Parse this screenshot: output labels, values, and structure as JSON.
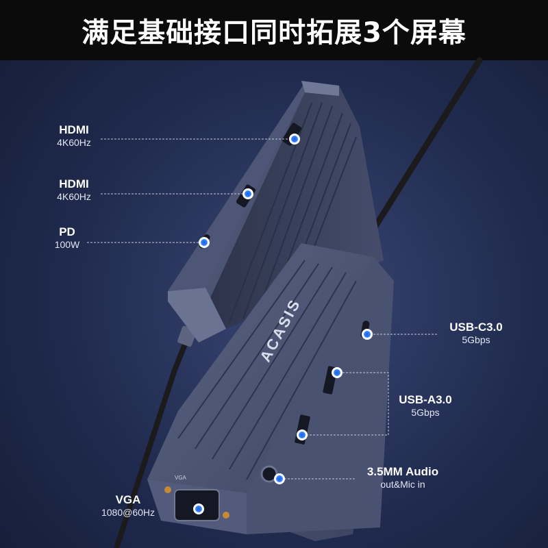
{
  "title": "满足基础接口同时拓展3个屏幕",
  "brand": "ACASIS",
  "ports": [
    {
      "name": "HDMI",
      "spec": "4K60Hz"
    },
    {
      "name": "HDMI",
      "spec": "4K60Hz"
    },
    {
      "name": "PD",
      "spec": "100W"
    },
    {
      "name": "USB-C3.0",
      "spec": "5Gbps"
    },
    {
      "name": "USB-A3.0",
      "spec": "5Gbps"
    },
    {
      "name": "3.5MM Audio",
      "spec": "out&Mic in"
    },
    {
      "name": "VGA",
      "spec": "1080@60Hz"
    }
  ],
  "colors": {
    "accent_dot": "#2f7bff",
    "background": "#1f2a4d",
    "banner": "#0b0b0b"
  }
}
